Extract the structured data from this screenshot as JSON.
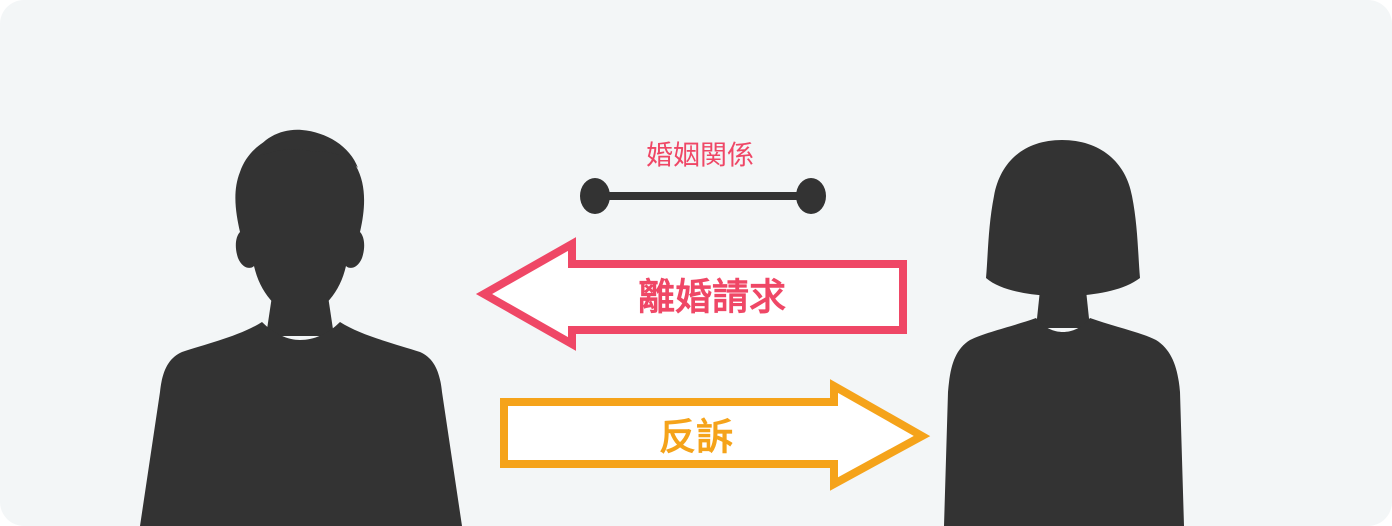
{
  "diagram": {
    "relation": {
      "label": "婚姻関係"
    },
    "divorce_claim": {
      "label": "離婚請求",
      "direction": "right-to-left"
    },
    "counterclaim": {
      "label": "反訴",
      "direction": "left-to-right"
    },
    "people": [
      {
        "role": "husband",
        "silhouette": "man-silhouette-icon"
      },
      {
        "role": "wife",
        "silhouette": "woman-silhouette-icon"
      }
    ]
  },
  "colors": {
    "background": "#f3f6f7",
    "silhouette": "#333333",
    "claim": "#ef4766",
    "counter": "#f5a31a",
    "connector": "#333333"
  }
}
